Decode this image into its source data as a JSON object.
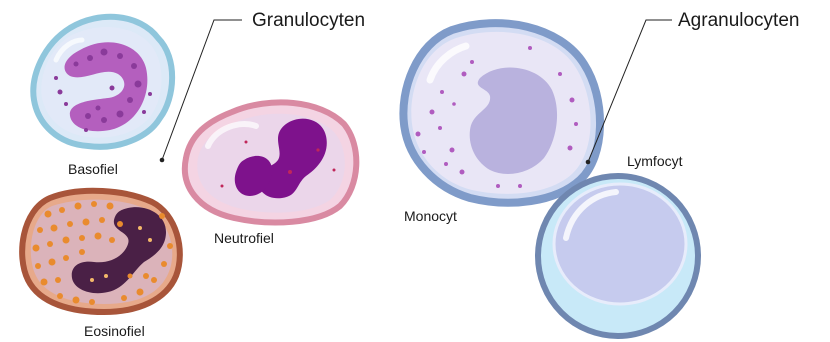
{
  "groups": {
    "granulocytes": "Granulocyten",
    "agranulocytes": "Agranulocyten"
  },
  "cells": {
    "basophil": "Basofiel",
    "neutrophil": "Neutrofiel",
    "eosinophil": "Eosinofiel",
    "monocyte": "Monocyt",
    "lymphocyte": "Lymfocyt"
  },
  "colors": {
    "basophil_membrane": "#8fc6dc",
    "basophil_nucleus": "#b45fbe",
    "neutrophil_membrane": "#d98aa2",
    "neutrophil_nucleus": "#7e128c",
    "eosinophil_membrane": "#a8553a",
    "eosinophil_granules": "#e98b2e",
    "eosinophil_nucleus": "#4a2046",
    "monocyte_membrane": "#7f9bc9",
    "monocyte_nucleus": "#b9b2de",
    "lymphocyte_membrane": "#6f87b0",
    "lymphocyte_inner": "#c6cbee"
  }
}
